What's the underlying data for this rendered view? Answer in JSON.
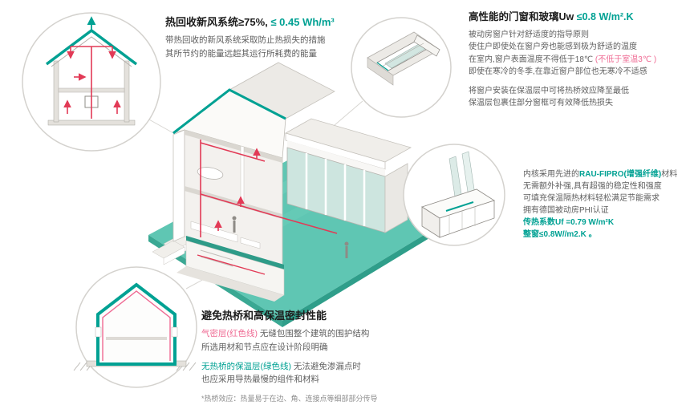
{
  "colors": {
    "teal": "#00A193",
    "teal_light": "#5FC6B3",
    "teal_dark": "#2E9B88",
    "red_line": "#E23A56",
    "pink_text": "#EF6A93",
    "body_gray": "#5f5f5f",
    "title_black": "#1c1c1c"
  },
  "ventilation_block": {
    "title_main": "热回收新风系统≥75%, ",
    "title_value": "≤ 0.45 Wh/m³",
    "line1": "带热回收的新风系统采取防止热损失的措施",
    "line2": "其所节约的能量远超其运行所耗费的能量"
  },
  "window_block": {
    "title_main": "高性能的门窗和玻璃Uw ",
    "title_value": "≤0.8 W/m².K",
    "line1": "被动房窗户针对舒适度的指导原则",
    "line2": "使住户即使处在窗户旁也能感到极为舒适的温度",
    "line3_a": "在室内,窗户表面温度不得低于18℃ ",
    "line3_b": "(不低于室温3℃ )",
    "line4": "即使在寒冷的冬季,在靠近窗户部位也无寒冷不适感",
    "line5": "将窗户安装在保温层中可将热桥效应降至最低",
    "line6": "保温层包裹住部分窗框可有效降低热损失"
  },
  "profile_block": {
    "line1_a": "内核采用先进的",
    "line1_b": "RAU-FIPRO(增强纤维)",
    "line1_c": "材料",
    "line2": "无需额外补强,具有超强的稳定性和强度",
    "line3": "可填充保温隔热材料轻松满足节能需求",
    "line4": "拥有德国被动房PHI认证",
    "line5": "传热系数Uf =0.79 W/m²K",
    "line6": "整窗≤0.8W//m2.K 。"
  },
  "thermal_block": {
    "title": "避免热桥和高保温密封性能",
    "line1_a": "气密层(红色线)",
    "line1_b": " 无缝包围整个建筑的围护结构",
    "line2": "所选用材和节点应在设计阶段明确",
    "line3_a": "无热桥的保温层(绿色线)",
    "line3_b": " 无法避免渗漏点时",
    "line4": "也应采用导热最慢的组件和材料",
    "footnote": "*热桥效应：热量易于在边、角、连接点等细部部分传导"
  }
}
